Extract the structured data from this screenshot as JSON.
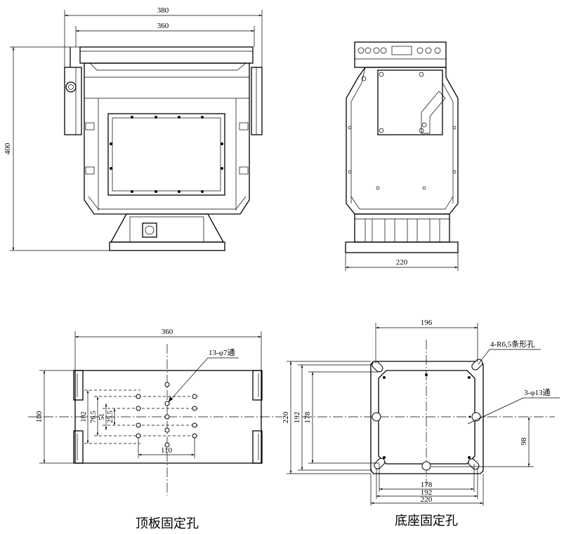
{
  "colors": {
    "line": "#000000",
    "background": "#ffffff"
  },
  "front_view": {
    "dim_overall_width": "380",
    "dim_frame_width": "360",
    "dim_height": "400"
  },
  "side_view": {
    "dim_base_width": "220"
  },
  "top_plate": {
    "caption": "顶板固定孔",
    "dim_width": "360",
    "dim_depth": "180",
    "hole_note": "13-φ7通",
    "dim_row_span_outer": "102",
    "dim_row_span_3": "76.5",
    "dim_row_span_2": "51",
    "dim_row_span_1": "25.5",
    "dim_column_span": "110"
  },
  "base_plate": {
    "caption": "底座固定孔",
    "dim_slot_spacing": "196",
    "slot_note": "4-R6,5条形孔",
    "hole_note": "3-φ13通",
    "dim_v_outer": "220",
    "dim_v_mid": "192",
    "dim_v_inner": "178",
    "dim_h_inner": "178",
    "dim_h_mid": "192",
    "dim_h_outer": "220",
    "dim_hole_offset": "98"
  }
}
